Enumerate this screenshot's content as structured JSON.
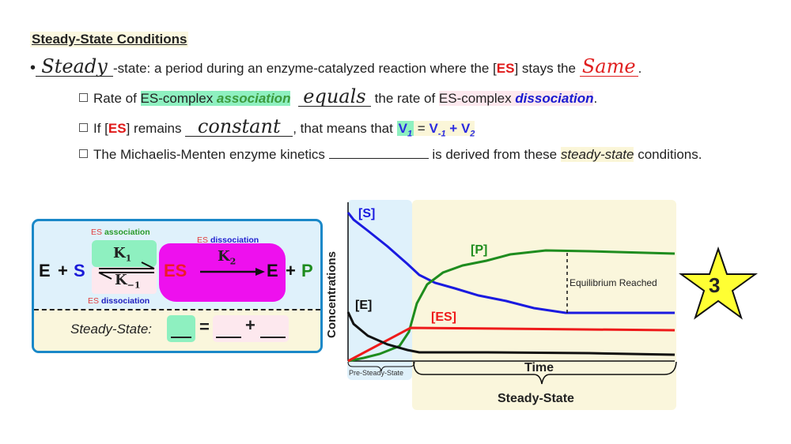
{
  "heading": "Steady-State Conditions",
  "bullet1": {
    "handwritten": "Steady",
    "text_a": "-state: a period during an enzyme-catalyzed reaction where the [",
    "es": "ES",
    "text_b": "] stays the ",
    "handwritten_answer": "Same",
    "text_c": "."
  },
  "sub1": {
    "text_a": "Rate of ",
    "hl_green_text": "ES-complex ",
    "assoc": "association",
    "handwritten": "equals",
    "text_b": " the rate of ",
    "hl_pink_text": "ES-complex ",
    "dissoc": "dissociation",
    "text_c": "."
  },
  "sub2": {
    "text_a": "If [",
    "es": "ES",
    "text_b": "] remains ",
    "handwritten": "constant",
    "text_c": ", that means that ",
    "v1": "V",
    "v1_sub": "1",
    "eq": " = ",
    "vm1": "V",
    "vm1_sub": "-1",
    "plus": " + ",
    "v2": "V",
    "v2_sub": "2"
  },
  "sub3": {
    "text_a": "The Michaelis-Menten enzyme kinetics ",
    "text_b": " is derived from these ",
    "italic": "steady-state",
    "text_c": " conditions."
  },
  "reaction": {
    "E": "E",
    "plus": "+",
    "S": "S",
    "k1": "K",
    "k1_sub": "1",
    "km1": "K",
    "km1_sub": "−1",
    "ES": "ES",
    "k2": "K",
    "k2_sub": "2",
    "E2": "E",
    "plus2": "+",
    "P": "P",
    "top_label_es": "ES",
    "top_label_word": "association",
    "bottom_label_es": "ES",
    "bottom_label_word": "dissociation",
    "right_label_es": "ES",
    "right_label_word": "dissociation",
    "steady_state_label": "Steady-State:",
    "eq": "=",
    "plus3": "+"
  },
  "star": {
    "number": "3",
    "color": "#ffff33"
  },
  "chart_data": {
    "type": "line",
    "title": "",
    "xlabel": "Time",
    "ylabel": "Concentrations",
    "x": [
      0,
      1,
      2,
      3,
      4,
      5,
      6,
      7,
      8,
      9,
      10
    ],
    "series": [
      {
        "name": "[S]",
        "color": "#1a1ae0",
        "values": [
          95,
          84,
          70,
          58,
          52,
          48,
          44,
          40,
          40,
          40,
          40
        ]
      },
      {
        "name": "[P]",
        "color": "#1e8c1e",
        "values": [
          0,
          2,
          8,
          50,
          70,
          80,
          85,
          85,
          85,
          85,
          85
        ]
      },
      {
        "name": "[ES]",
        "color": "#ee1a1a",
        "values": [
          0,
          10,
          25,
          25,
          25,
          25,
          25,
          25,
          25,
          25,
          25
        ]
      },
      {
        "name": "[E]",
        "color": "#111111",
        "values": [
          40,
          20,
          5,
          3,
          3,
          3,
          3,
          3,
          3,
          3,
          3
        ]
      }
    ],
    "regions": [
      {
        "label": "Pre-Steady-State",
        "color": "#dff1fb"
      },
      {
        "label": "Steady-State",
        "color": "#faf6dc"
      }
    ],
    "annotations": [
      "Equilibrium Reached"
    ],
    "grid": false
  }
}
